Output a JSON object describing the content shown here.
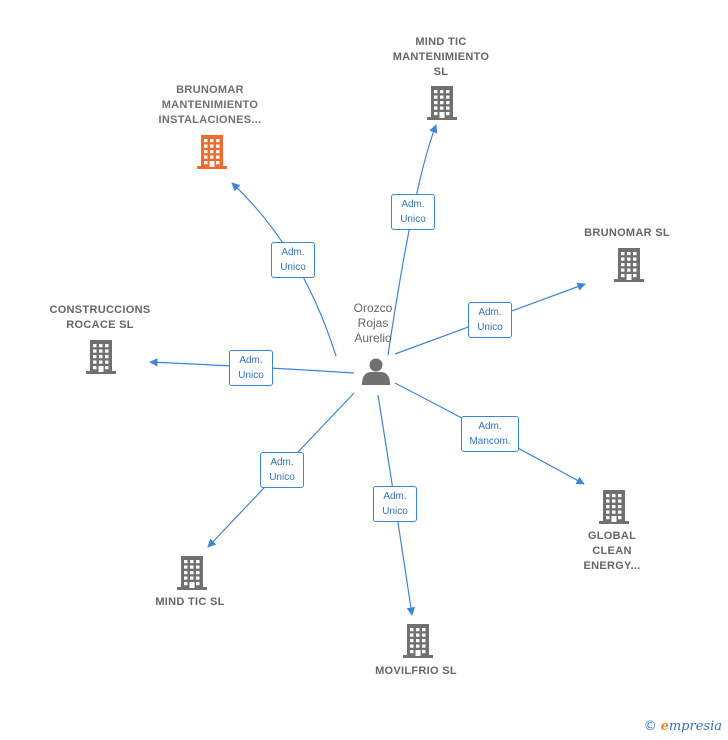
{
  "colors": {
    "edge": "#3d85d8",
    "company_icon": "#707070",
    "company_icon_highlight": "#f26a2e",
    "person_icon": "#707070",
    "label": "#666666"
  },
  "person": {
    "name": "Orozco\nRojas\nAurelio",
    "icon": "person-icon"
  },
  "companies": [
    {
      "id": "brunomar-mant",
      "name": "BRUNOMAR\nMANTENIMIENTO\nINSTALACIONES...",
      "highlight": true,
      "icon": "building-icon"
    },
    {
      "id": "mindtic-mant",
      "name": "MIND TIC\nMANTENIMIENTO\nSL",
      "highlight": false,
      "icon": "building-icon"
    },
    {
      "id": "brunomar-sl",
      "name": "BRUNOMAR SL",
      "highlight": false,
      "icon": "building-icon"
    },
    {
      "id": "construccions",
      "name": "CONSTRUCCIONS\nROCACE  SL",
      "highlight": false,
      "icon": "building-icon"
    },
    {
      "id": "global-clean",
      "name": "GLOBAL\nCLEAN\nENERGY...",
      "highlight": false,
      "icon": "building-icon"
    },
    {
      "id": "mindtic-sl",
      "name": "MIND TIC SL",
      "highlight": false,
      "icon": "building-icon"
    },
    {
      "id": "movilfrio",
      "name": "MOVILFRIO SL",
      "highlight": false,
      "icon": "building-icon"
    }
  ],
  "relations": [
    {
      "to": "brunomar-mant",
      "role": "Adm.\nUnico"
    },
    {
      "to": "mindtic-mant",
      "role": "Adm.\nUnico"
    },
    {
      "to": "brunomar-sl",
      "role": "Adm.\nUnico"
    },
    {
      "to": "construccions",
      "role": "Adm.\nUnico"
    },
    {
      "to": "global-clean",
      "role": "Adm.\nMancom."
    },
    {
      "to": "mindtic-sl",
      "role": "Adm.\nUnico"
    },
    {
      "to": "movilfrio",
      "role": "Adm.\nUnico"
    }
  ],
  "footer": {
    "copyright": "©",
    "brand_initial": "e",
    "brand_rest": "mpresia"
  }
}
